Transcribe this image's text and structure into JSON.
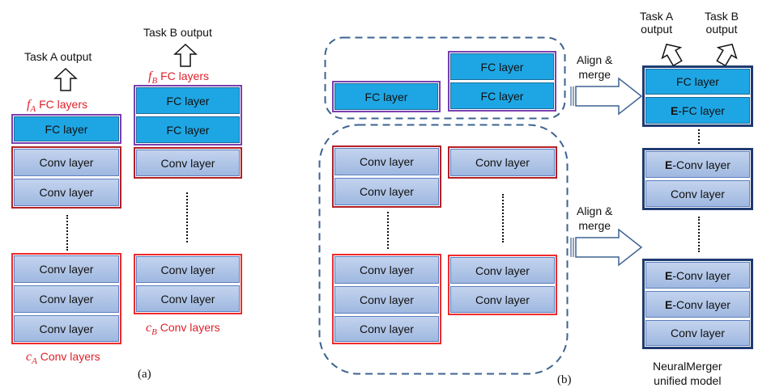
{
  "panel_a": {
    "caption": "(a)",
    "task_a_output": "Task A output",
    "task_b_output": "Task B output",
    "fa_label": "FC layers",
    "fa_sym_main": "f",
    "fa_sym_sub": "A",
    "fb_label": "FC layers",
    "fb_sym_main": "f",
    "fb_sym_sub": "B",
    "ca_label": "Conv layers",
    "ca_sym_main": "c",
    "ca_sym_sub": "A",
    "cb_label": "Conv layers",
    "cb_sym_main": "c",
    "cb_sym_sub": "B",
    "conv": "Conv layer",
    "fc": "FC layer"
  },
  "panel_b": {
    "caption": "(b)",
    "conv": "Conv layer",
    "fc": "FC layer",
    "align_merge_1": "Align &",
    "align_merge_2": "merge"
  },
  "unified": {
    "task_a_1": "Task A",
    "task_a_2": "output",
    "task_b_1": "Task B",
    "task_b_2": "output",
    "e": "E",
    "fc_e_suffix": "-FC layer",
    "conv_e_suffix": "-Conv layer",
    "fc": "FC layer",
    "conv": "Conv layer",
    "caption_1": "NeuralMerger",
    "caption_2": "unified model"
  }
}
